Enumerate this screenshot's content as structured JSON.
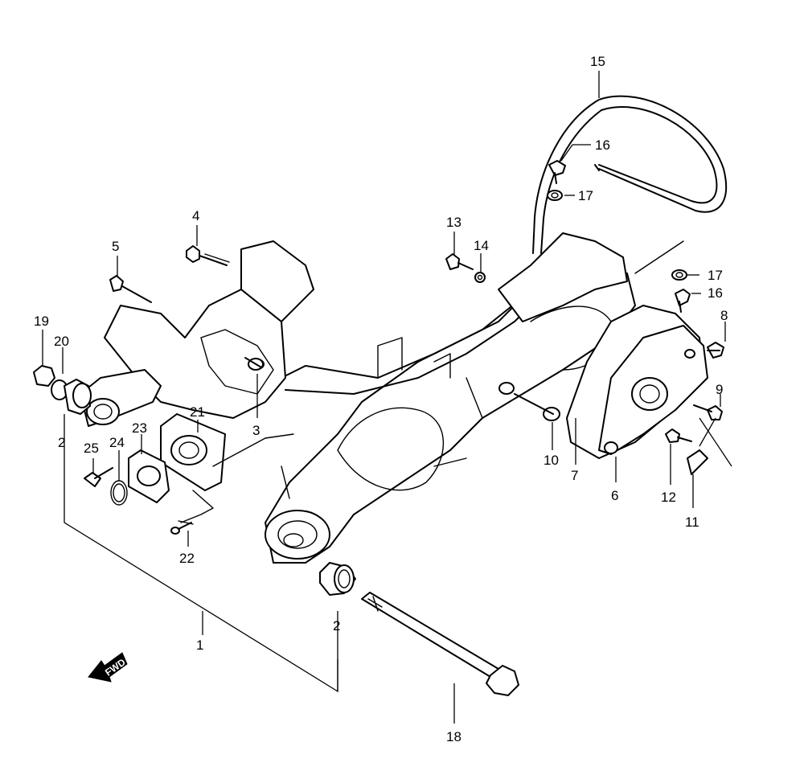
{
  "diagram": {
    "callouts": [
      {
        "id": "1",
        "label": "1"
      },
      {
        "id": "2a",
        "label": "2"
      },
      {
        "id": "2b",
        "label": "2"
      },
      {
        "id": "3",
        "label": "3"
      },
      {
        "id": "4",
        "label": "4"
      },
      {
        "id": "5",
        "label": "5"
      },
      {
        "id": "6",
        "label": "6"
      },
      {
        "id": "7",
        "label": "7"
      },
      {
        "id": "8",
        "label": "8"
      },
      {
        "id": "9",
        "label": "9"
      },
      {
        "id": "10",
        "label": "10"
      },
      {
        "id": "11",
        "label": "11"
      },
      {
        "id": "12",
        "label": "12"
      },
      {
        "id": "13",
        "label": "13"
      },
      {
        "id": "14",
        "label": "14"
      },
      {
        "id": "15",
        "label": "15"
      },
      {
        "id": "16a",
        "label": "16"
      },
      {
        "id": "16b",
        "label": "16"
      },
      {
        "id": "17a",
        "label": "17"
      },
      {
        "id": "17b",
        "label": "17"
      },
      {
        "id": "18",
        "label": "18"
      },
      {
        "id": "19",
        "label": "19"
      },
      {
        "id": "20",
        "label": "20"
      },
      {
        "id": "21",
        "label": "21"
      },
      {
        "id": "22",
        "label": "22"
      },
      {
        "id": "23",
        "label": "23"
      },
      {
        "id": "24",
        "label": "24"
      },
      {
        "id": "25",
        "label": "25"
      }
    ],
    "fwd_label": "FWD"
  }
}
